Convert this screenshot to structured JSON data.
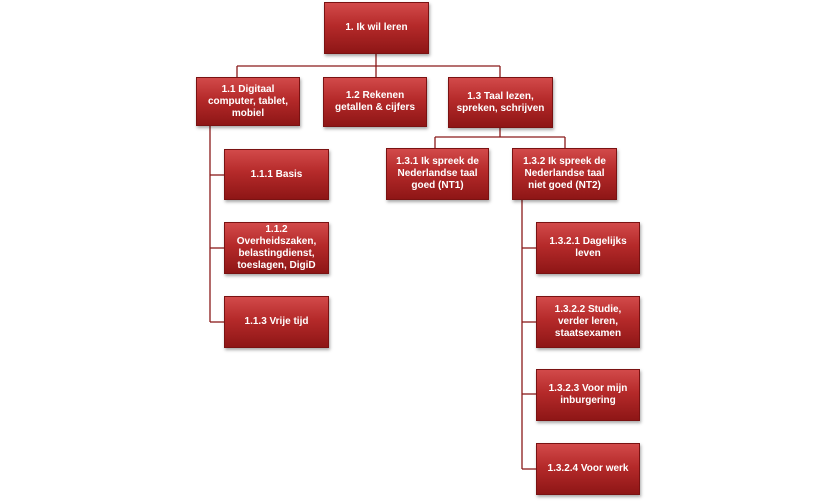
{
  "colors": {
    "node_fill": "#b52a2a",
    "node_border": "#7a1212",
    "connector": "#8a1a1a"
  },
  "nodes": {
    "root": {
      "label": "1. Ik wil leren"
    },
    "n1_1": {
      "label": "1.1 Digitaal computer, tablet, mobiel"
    },
    "n1_2": {
      "label": "1.2 Rekenen getallen & cijfers"
    },
    "n1_3": {
      "label": "1.3 Taal lezen, spreken, schrijven"
    },
    "n1_1_1": {
      "label": "1.1.1 Basis"
    },
    "n1_1_2": {
      "label": "1.1.2 Overheidszaken, belastingdienst, toeslagen, DigiD"
    },
    "n1_1_3": {
      "label": "1.1.3 Vrije tijd"
    },
    "n1_3_1": {
      "label": "1.3.1 Ik spreek de Nederlandse taal goed (NT1)"
    },
    "n1_3_2": {
      "label": "1.3.2 Ik spreek de Nederlandse taal niet goed (NT2)"
    },
    "n1_3_2_1": {
      "label": "1.3.2.1 Dagelijks leven"
    },
    "n1_3_2_2": {
      "label": "1.3.2.2 Studie, verder leren, staatsexamen"
    },
    "n1_3_2_3": {
      "label": "1.3.2.3 Voor mijn inburgering"
    },
    "n1_3_2_4": {
      "label": "1.3.2.4 Voor werk"
    }
  }
}
